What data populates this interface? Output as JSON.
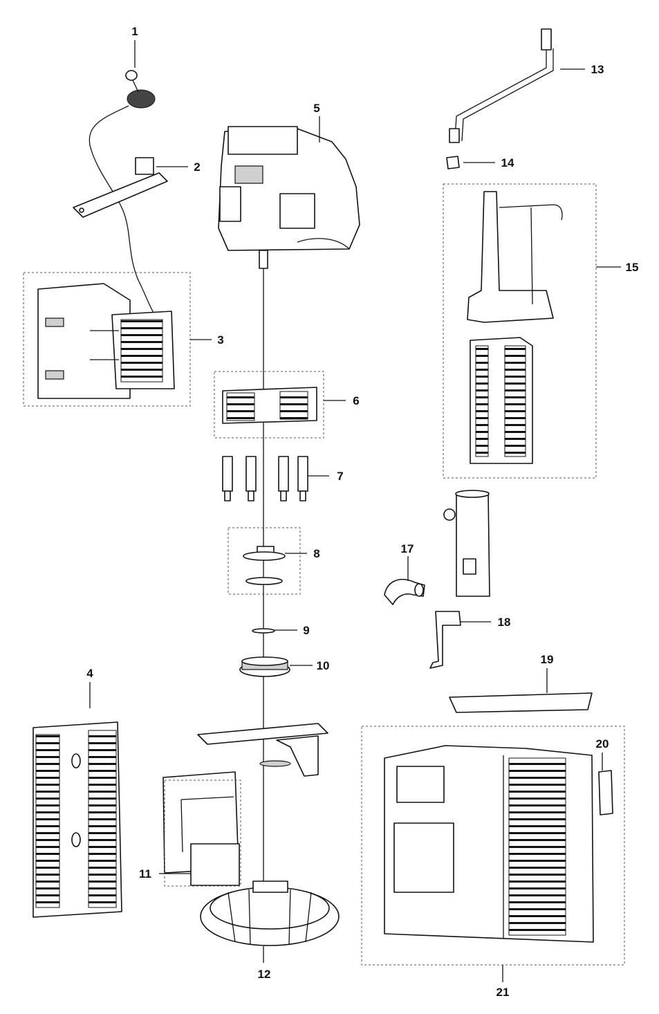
{
  "labels": [
    "1",
    "2",
    "3",
    "4",
    "5",
    "6",
    "7",
    "8",
    "9",
    "10",
    "11",
    "12",
    "13",
    "14",
    "15",
    "17",
    "18",
    "19",
    "20",
    "21"
  ],
  "icons": [
    "ignition-key-icon",
    "bracket-icon",
    "battery-box-icon",
    "side-panel-icon",
    "engine-icon",
    "heat-shield-icon",
    "spacer-icon",
    "pulley-icon",
    "washer-icon",
    "drive-pulley-icon",
    "frame-icon",
    "fan-housing-icon",
    "handle-rod-icon",
    "clip-icon",
    "shield-assembly-icon",
    "elbow-pipe-icon",
    "muffler-bracket-icon",
    "base-plate-icon",
    "handle-icon",
    "rear-panel-icon"
  ],
  "colors": {
    "line": "#111111",
    "fill": "#ffffff",
    "dashed_box": "#555555"
  }
}
